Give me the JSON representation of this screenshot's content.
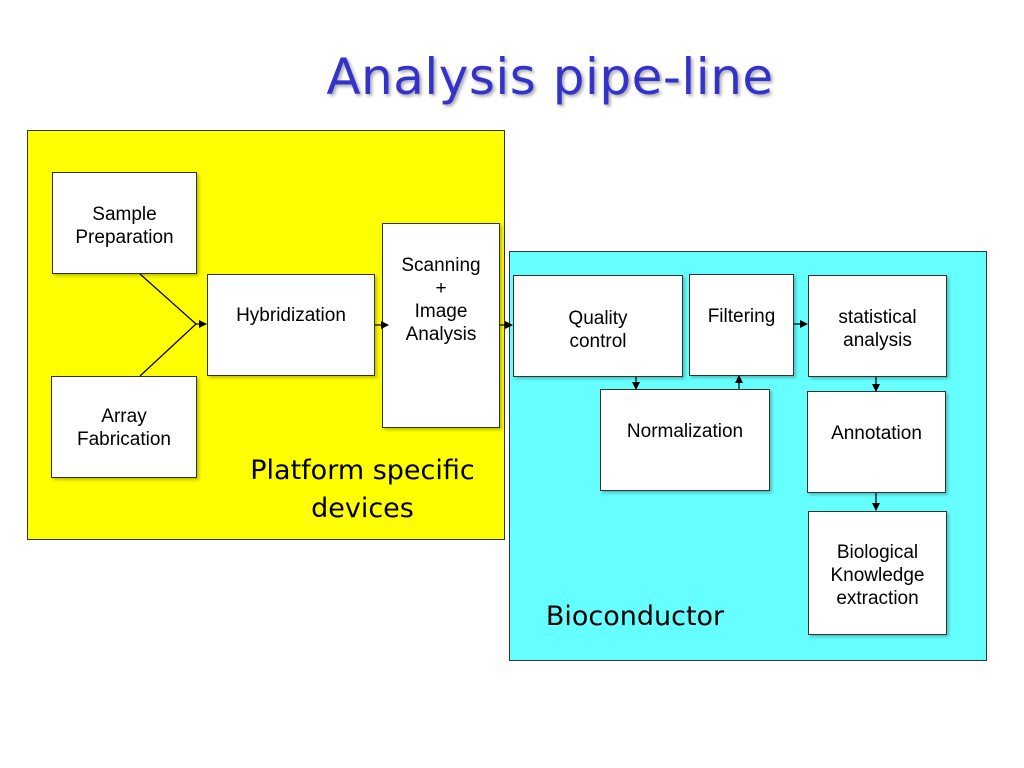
{
  "title": "Analysis pipe-line",
  "regions": {
    "platform_label_line1": "Platform specific",
    "platform_label_line2": "devices",
    "bioconductor_label": "Bioconductor"
  },
  "boxes": {
    "sample_preparation": [
      "Sample",
      "Preparation"
    ],
    "array_fabrication": [
      "Array",
      "Fabrication"
    ],
    "hybridization": [
      "Hybridization"
    ],
    "scanning": [
      "Scanning",
      "+",
      "Image",
      "Analysis"
    ],
    "quality_control": [
      "Quality",
      "control"
    ],
    "filtering": [
      "Filtering"
    ],
    "statistical_analysis": [
      "statistical",
      "analysis"
    ],
    "normalization": [
      "Normalization"
    ],
    "annotation": [
      "Annotation"
    ],
    "biological_knowledge": [
      "Biological",
      "Knowledge",
      "extraction"
    ]
  },
  "colors": {
    "title": "#3333cc",
    "platform_region": "#ffff00",
    "bioconductor_region": "#66ffff",
    "box": "#ffffff",
    "line": "#000000"
  }
}
